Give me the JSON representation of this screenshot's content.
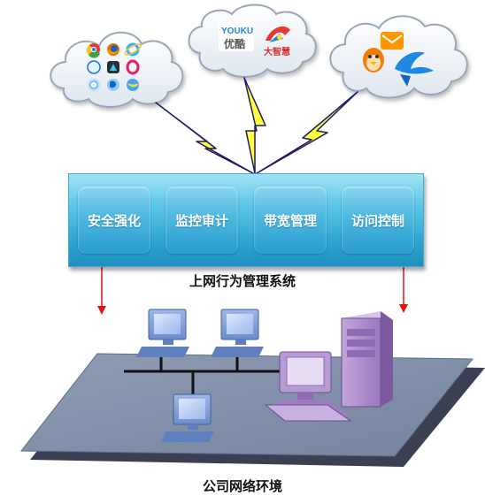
{
  "clouds": [
    {
      "name": "browsers",
      "icons": [
        "chrome-icon",
        "firefox-icon",
        "ie-icon",
        "safari-icon",
        "maxthon-icon",
        "opera-icon",
        "sogou-icon",
        "theworld-icon",
        "360-browser-icon"
      ]
    },
    {
      "name": "video",
      "icons": [
        "youku-icon",
        "dazhihui-icon"
      ],
      "logos": [
        "YOUKU",
        "优酷",
        "大智慧"
      ]
    },
    {
      "name": "apps",
      "icons": [
        "qq-penguin-icon",
        "qqmail-icon",
        "feixin-bird-icon"
      ]
    }
  ],
  "system": {
    "caption": "上网行为管理系统",
    "modules": [
      "安全强化",
      "监控审计",
      "带宽管理",
      "访问控制"
    ]
  },
  "network": {
    "caption": "公司网络环境"
  },
  "colors": {
    "panel": "#3cb4de",
    "arrow": "#e01414",
    "lightning": "#ffff3a",
    "floor": "#7f8fa9",
    "server": "#a783c6"
  }
}
